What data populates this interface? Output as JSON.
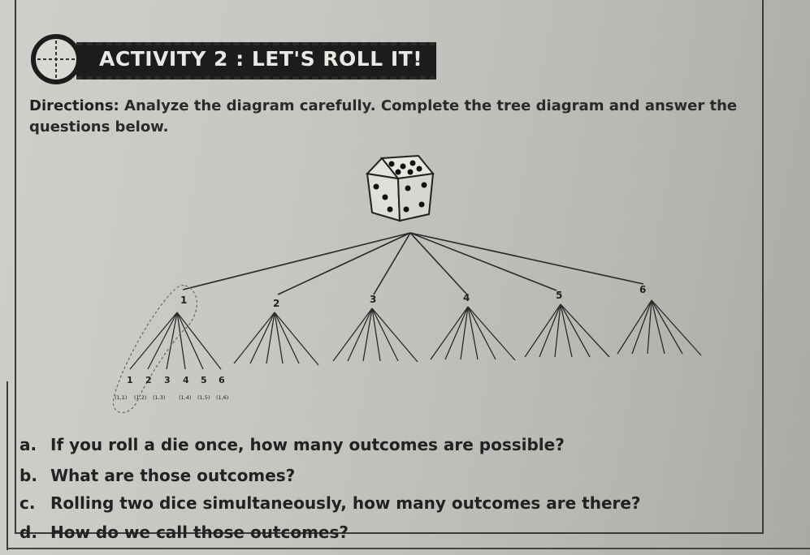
{
  "activity": {
    "title": "ACTIVITY 2 : LET'S ROLL IT!"
  },
  "directions": {
    "label": "Directions:",
    "text_line1": "Analyze the diagram carefully. Complete the tree diagram and answer the",
    "text_line2": "questions below."
  },
  "tree": {
    "branch_labels": [
      "1",
      "2",
      "3",
      "4",
      "5",
      "6"
    ],
    "sub_labels_first": [
      "1",
      "2",
      "3",
      "4",
      "5",
      "6"
    ],
    "outcomes_first": [
      "(1,1)",
      "(1,2)",
      "(1,3)",
      "(1,4)",
      "(1,5)",
      "(1,6)"
    ]
  },
  "questions": [
    {
      "letter": "a.",
      "text": "If you roll a die once, how many outcomes are possible?"
    },
    {
      "letter": "b.",
      "text": "What are those outcomes?"
    },
    {
      "letter": "c.",
      "text": "Rolling two dice simultaneously, how many outcomes are there?"
    },
    {
      "letter": "d.",
      "text": "How do we call those outcomes?"
    }
  ]
}
